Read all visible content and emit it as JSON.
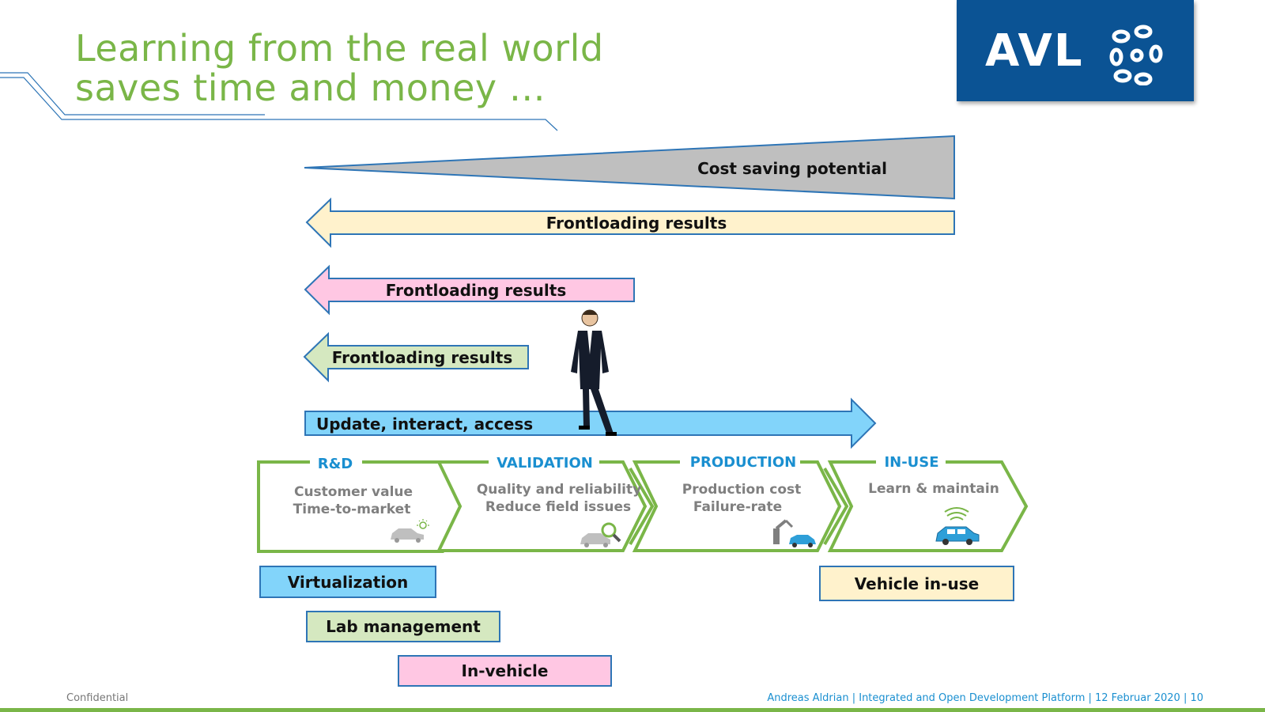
{
  "title": {
    "line1": "Learning from the real world",
    "line2": "saves time and money …"
  },
  "logo": {
    "text": "AVL",
    "bg_color": "#0b5394"
  },
  "arrows": {
    "cost_saving": "Cost saving potential",
    "frontload_yellow": "Frontloading results",
    "frontload_pink": "Frontloading results",
    "frontload_green": "Frontloading results",
    "update": "Update, interact, access"
  },
  "phases": [
    {
      "title": "R&D",
      "line1": "Customer value",
      "line2": "Time-to-market",
      "icon": "car-idea-icon"
    },
    {
      "title": "VALIDATION",
      "line1": "Quality and reliability",
      "line2": "Reduce field issues",
      "icon": "car-magnifier-icon"
    },
    {
      "title": "PRODUCTION",
      "line1": "Production cost",
      "line2": "Failure-rate",
      "icon": "robot-car-icon"
    },
    {
      "title": "IN-USE",
      "line1": "Learn & maintain",
      "line2": "",
      "icon": "connected-car-icon"
    }
  ],
  "boxes": {
    "virtualization": "Virtualization",
    "lab_management": "Lab management",
    "in_vehicle": "In-vehicle",
    "vehicle_in_use": "Vehicle in-use"
  },
  "footer": {
    "left": "Confidential",
    "right": "Andreas Aldrian | Integrated and Open Development Platform | 12 Februar 2020 | 10"
  },
  "colors": {
    "accent_green": "#7ab648",
    "blue_text": "#1a8fd0",
    "yellow": "#fff2cc",
    "pink": "#ffc7e3",
    "light_green": "#d5e8c0",
    "light_blue": "#82d4fa",
    "gray": "#bfbfbf"
  }
}
